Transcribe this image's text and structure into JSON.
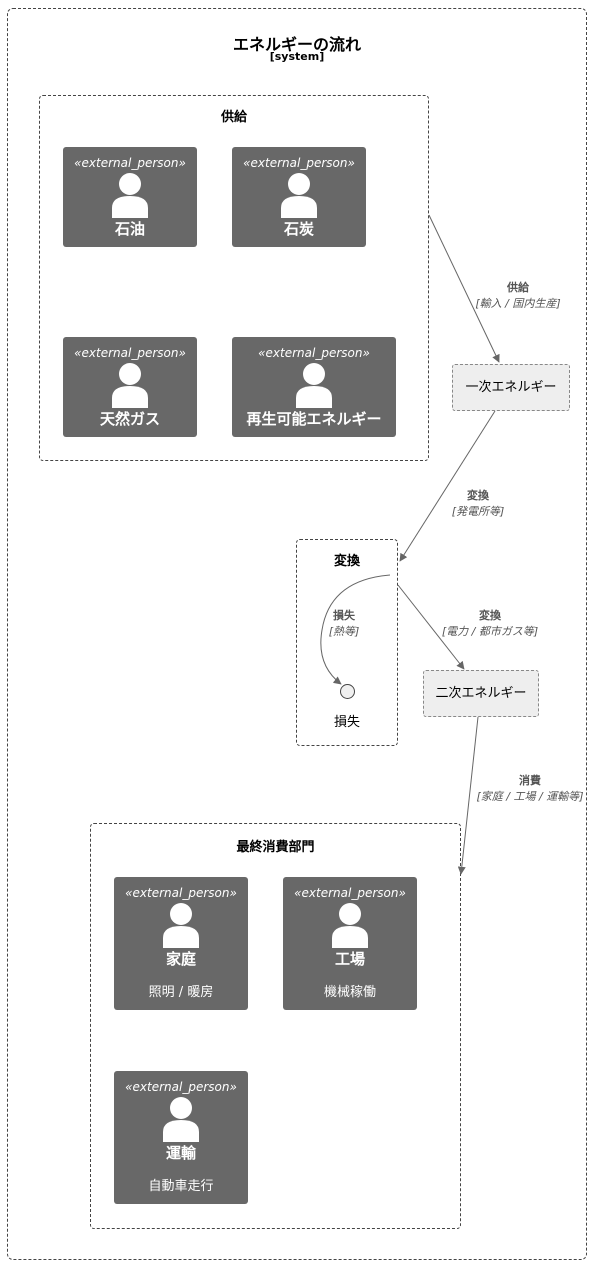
{
  "system": {
    "title": "エネルギーの流れ",
    "subtitle": "[system]"
  },
  "supply": {
    "title": "供給",
    "persons": [
      {
        "stereotype": "«external_person»",
        "name": "石油"
      },
      {
        "stereotype": "«external_person»",
        "name": "石炭"
      },
      {
        "stereotype": "«external_person»",
        "name": "天然ガス"
      },
      {
        "stereotype": "«external_person»",
        "name": "再生可能エネルギー"
      }
    ]
  },
  "primary": {
    "label": "一次エネルギー"
  },
  "conversion": {
    "title": "変換",
    "loss_label": "損失"
  },
  "secondary": {
    "label": "二次エネルギー"
  },
  "consumption": {
    "title": "最終消費部門",
    "persons": [
      {
        "stereotype": "«external_person»",
        "name": "家庭",
        "desc": "照明 / 暖房"
      },
      {
        "stereotype": "«external_person»",
        "name": "工場",
        "desc": "機械稼働"
      },
      {
        "stereotype": "«external_person»",
        "name": "運輸",
        "desc": "自動車走行"
      }
    ]
  },
  "edges": {
    "supply": {
      "label": "供給",
      "desc": "[輸入 / 国内生産]"
    },
    "convert1": {
      "label": "変換",
      "desc": "[発電所等]"
    },
    "loss": {
      "label": "損失",
      "desc": "[熱等]"
    },
    "convert2": {
      "label": "変換",
      "desc": "[電力 / 都市ガス等]"
    },
    "consume": {
      "label": "消費",
      "desc": "[家庭 / 工場 / 運輸等]"
    }
  },
  "colors": {
    "person_fill": "#686868",
    "ext_fill": "#eeeeee",
    "edge": "#666666"
  }
}
